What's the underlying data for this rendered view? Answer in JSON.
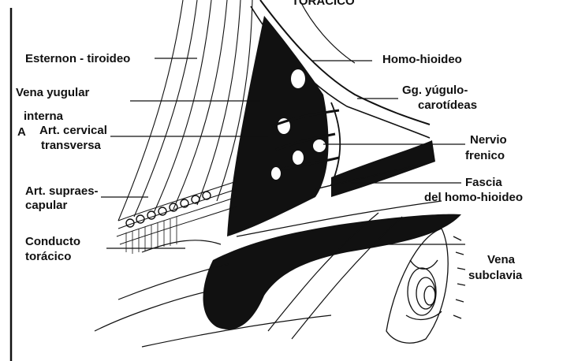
{
  "header": {
    "title_fragment": "TORÁCICO"
  },
  "labels": {
    "esternon": "Esternon - tiroideo",
    "vena_yugular": "Vena yugular",
    "interna": "interna",
    "figure_letter": "A",
    "art_cervical_1": "Art. cervical",
    "art_cervical_2": "transversa",
    "art_supraes_1": "Art. supraes-",
    "art_supraes_2": "capular",
    "conducto_1": "Conducto",
    "conducto_2": "torácico",
    "homo": "Homo-hioideo",
    "gg_1": "Gg. yúgulo-",
    "gg_2": "carotídeas",
    "nervio_1": "Nervio",
    "nervio_2": "frenico",
    "fascia_1": "Fascia",
    "fascia_2": "del homo-hioideo",
    "vena_sub_1": "Vena",
    "vena_sub_2": "subclavia"
  },
  "colors": {
    "ink": "#111111",
    "background": "#ffffff"
  }
}
